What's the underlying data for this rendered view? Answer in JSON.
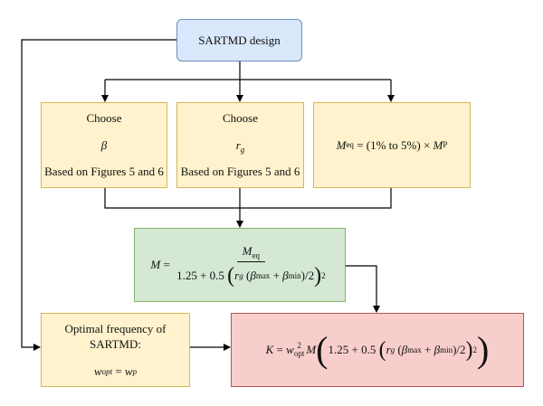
{
  "nodes": {
    "sartmd_design": {
      "label": "SARTMD design"
    },
    "choose_beta": {
      "line1": "Choose",
      "symbol": "β",
      "line3": "Based on Figures 5 and 6"
    },
    "choose_rg": {
      "line1": "Choose",
      "symbol": "r",
      "symbol_sub": "g",
      "line3": "Based on Figures 5 and 6"
    },
    "meq": {
      "lhs": "M",
      "lhs_sub": "eq",
      "eq": " = (1% to 5%) × ",
      "rhs": "M",
      "rhs_sub": "P"
    },
    "mass": {
      "lhs": "M",
      "eq": " = ",
      "num": "M",
      "num_sub": "eq",
      "den_prefix": "1.25 + 0.5 ",
      "r": "r",
      "r_sub": "g",
      "beta": "β",
      "max": "max",
      "plus": " + ",
      "min": "min",
      "div2": ")/2",
      "sq": "2"
    },
    "optimal_frequency": {
      "line1": "Optimal frequency of",
      "line2": "SARTMD:",
      "w1": "w",
      "w1_sub": "opt",
      "eq": " = ",
      "w2": "w",
      "w2_sub": "p"
    },
    "stiffness": {
      "lhs": "K",
      "eq": " = ",
      "w": "w",
      "w_sup": "2",
      "w_sub": "opt",
      "m": "M",
      "inner": "1.25 + 0.5 ",
      "r": "r",
      "r_sub": "g",
      "beta": "β",
      "max": "max",
      "plus": " + ",
      "min": "min",
      "div2": ")/2",
      "sq": "2"
    }
  },
  "colors": {
    "blue_fill": "#dae8fc",
    "yellow_fill": "#fff2cc",
    "green_fill": "#d5e8d4",
    "red_fill": "#f8cecc",
    "edge": "#000000"
  }
}
